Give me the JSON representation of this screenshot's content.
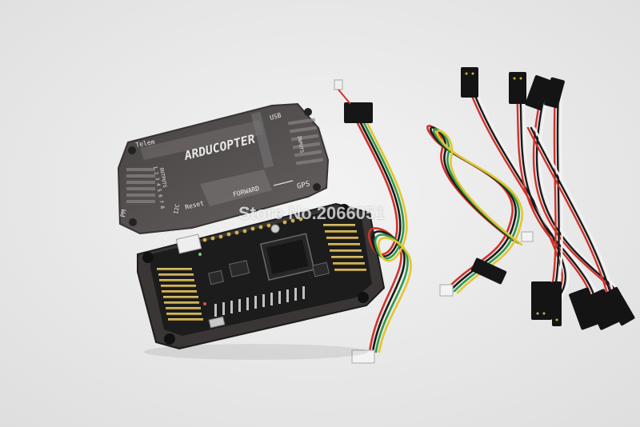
{
  "scene": {
    "description_free": true,
    "colors": {
      "background": "#ebebeb",
      "case_smoke": "#4a4545",
      "pcb": "#1c1c1c",
      "pin_gold": "#c9a640",
      "wire_red": "#d0322a",
      "wire_black": "#1a1a1a",
      "wire_white": "#f2f2f2",
      "wire_green": "#2f9a4a",
      "wire_yellow": "#e3c531"
    }
  },
  "lid": {
    "logo": "ARDUCOPTER",
    "labels": {
      "telem": "Telem",
      "usb": "USB",
      "inputs": "INPUTS",
      "outputs": "OUTPUTS",
      "pm": "PM",
      "i2c": "I2C",
      "reset": "Reset",
      "forward": "FORWARD",
      "gps": "GPS",
      "numbers": "1 2 3 4 5 6 7 8"
    }
  },
  "watermark": {
    "text": "Store No.2066051"
  }
}
